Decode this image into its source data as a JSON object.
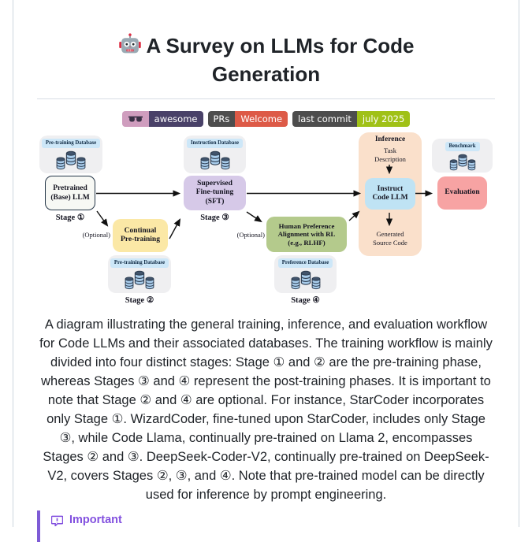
{
  "header": {
    "title": "A Survey on LLMs for Code Generation",
    "emoji": "robot-icon"
  },
  "badges": {
    "awesome": {
      "icon": "sunglasses-icon",
      "label": "awesome",
      "left_bg": "#cf9dbe",
      "right_bg": "#494168"
    },
    "prs": {
      "left": "PRs",
      "right": "Welcome",
      "left_bg": "#4d4d4d",
      "right_bg": "#dd5a47"
    },
    "last_commit": {
      "left": "last commit",
      "right": "july 2025",
      "left_bg": "#4d4d4d",
      "right_bg": "#a0c117"
    }
  },
  "diagram": {
    "db_labels": [
      "Pre-training Database",
      "Instruction Database",
      "Pre-training Database",
      "Preference Database",
      "Benchmark"
    ],
    "stages": [
      "Stage ①",
      "Stage ②",
      "Stage ③",
      "Stage ④"
    ],
    "optional": "(Optional)",
    "nodes": {
      "pretrained": [
        "Pretrained",
        "(Base) LLM"
      ],
      "continual": [
        "Continual",
        "Pre-training"
      ],
      "sft": [
        "Supervised",
        "Fine-tuning",
        "(SFT)"
      ],
      "hpa": [
        "Human Preference",
        "Alignment with RL",
        "(e.g., RLHF)"
      ],
      "inference_title": "Inference",
      "task": [
        "Task",
        "Description"
      ],
      "instruct": [
        "Instruct",
        "Code LLM"
      ],
      "generated": [
        "Generated",
        "Source Code"
      ],
      "evaluation": "Evaluation"
    },
    "node_colors": {
      "pretrained_bg": "#f7f8f4",
      "pretrained_border": "#253648",
      "continual": "#fbe8a6",
      "sft": "#d6c9e8",
      "hpa": "#b4ca8c",
      "inference_bg": "#fae0cb",
      "instruct": "#bfe3f4",
      "evaluation": "#f7a3a3",
      "db_container": "#efeff1",
      "db_label_bg": "#cde7f8"
    }
  },
  "caption": "A diagram illustrating the general training, inference, and evaluation workflow for Code LLMs and their associated databases. The training workflow is mainly divided into four distinct stages: Stage ① and ② are the pre-training phase, whereas Stages ③ and ④ represent the post-training phases. It is important to note that Stage ② and ④ are optional. For instance, StarCoder incorporates only Stage ①. WizardCoder, fine-tuned upon StarCoder, includes only Stage ③, while Code Llama, continually pre-trained on Llama 2, encompasses Stages ② and ③. DeepSeek-Coder-V2, continually pre-trained on DeepSeek-V2, covers Stages ②, ③, and ④. Note that pre-trained model can be directly used for inference by prompt engineering.",
  "callout": {
    "label": "Important",
    "accent": "#8250df"
  }
}
